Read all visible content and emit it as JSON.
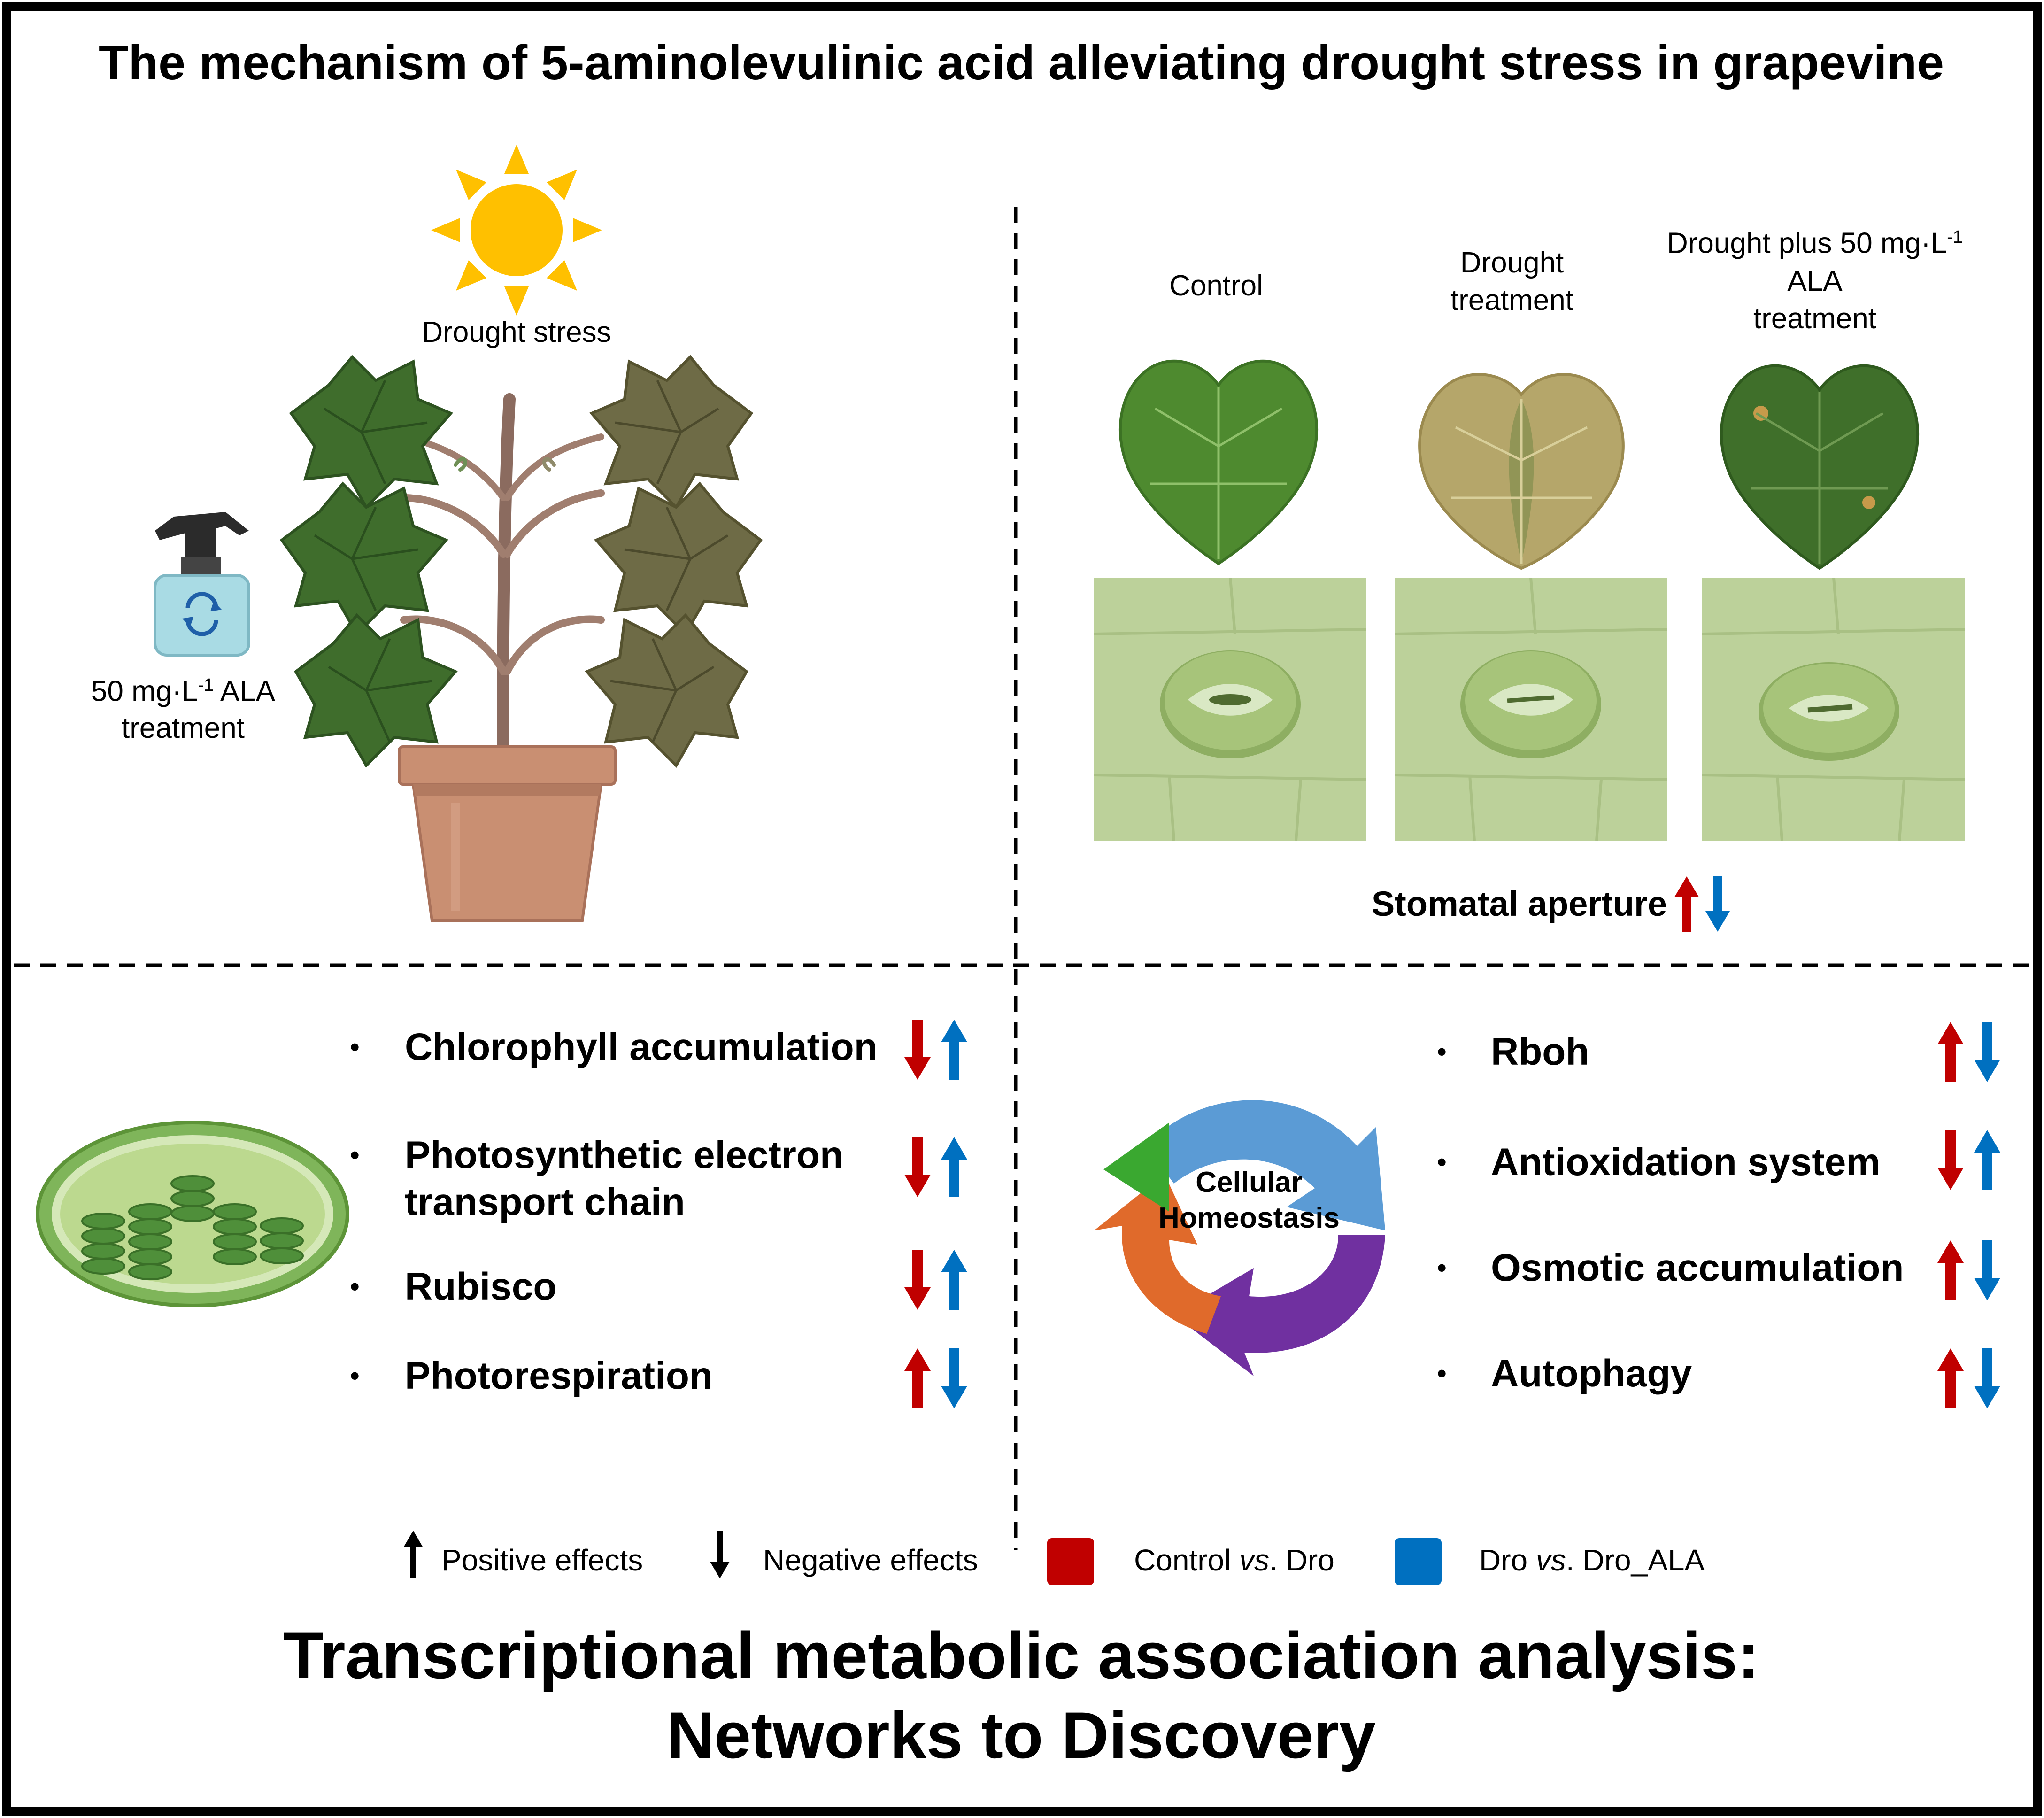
{
  "title": "The mechanism of 5-aminolevulinic acid alleviating drought stress in grapevine",
  "bottom_title_line1": "Transcriptional metabolic association analysis:",
  "bottom_title_line2": "Networks to Discovery",
  "plant_panel": {
    "drought_label": "Drought stress",
    "spray_label_prefix": "50 mg·L",
    "spray_label_sup": "-1",
    "spray_label_suffix": " ALA",
    "spray_label_line2": "treatment"
  },
  "leaf_panel": {
    "columns": [
      {
        "label_lines": [
          "Control"
        ]
      },
      {
        "label_lines": [
          "Drought",
          "treatment"
        ]
      },
      {
        "label_lines_rich": {
          "prefix": "Drought plus 50 mg·L",
          "sup": "-1",
          "line2": "ALA",
          "line3": "treatment"
        }
      }
    ],
    "stomatal_label": "Stomatal aperture"
  },
  "chloroplast_panel": {
    "items": [
      {
        "line1": "Chlorophyll accumulation",
        "line2": "",
        "red": "down",
        "blue": "up"
      },
      {
        "line1": "Photosynthetic electron",
        "line2": "transport chain",
        "red": "down",
        "blue": "up"
      },
      {
        "line1": "Rubisco",
        "line2": "",
        "red": "down",
        "blue": "up"
      },
      {
        "line1": "Photorespiration",
        "line2": "",
        "red": "up",
        "blue": "down"
      }
    ]
  },
  "homeostasis_panel": {
    "cycle_line1": "Cellular",
    "cycle_line2": "Homeostasis",
    "items": [
      {
        "label": "Rboh",
        "red": "up",
        "blue": "down"
      },
      {
        "label": "Antioxidation system",
        "red": "down",
        "blue": "up"
      },
      {
        "label": "Osmotic accumulation",
        "red": "up",
        "blue": "down"
      },
      {
        "label": "Autophagy",
        "red": "up",
        "blue": "down"
      }
    ]
  },
  "legend": {
    "positive": "Positive effects",
    "negative": "Negative effects",
    "red_label_a": "Control ",
    "red_label_it": "vs",
    "red_label_b": ". Dro",
    "blue_label_a": "Dro ",
    "blue_label_it": "vs",
    "blue_label_b": ". Dro_ALA"
  },
  "colors": {
    "red": "#c00000",
    "blue": "#0070c0",
    "sun": "#ffc000",
    "leaf_dark": "#3f6d2c",
    "leaf_olive": "#6e6b46",
    "pot": "#c98f72",
    "stomata_bg": "#bcd19a",
    "cycle_blue": "#5b9bd5",
    "cycle_purple": "#7030a0",
    "cycle_orange": "#e06a2b",
    "cycle_green": "#3aa830"
  },
  "icons": [
    "sun-icon",
    "spray-bottle-icon",
    "grapevine-plant-icon",
    "pot-icon",
    "leaf-icon",
    "stomata-icon",
    "chloroplast-icon",
    "cycle-arrows-icon",
    "up-arrow-icon",
    "down-arrow-icon"
  ]
}
